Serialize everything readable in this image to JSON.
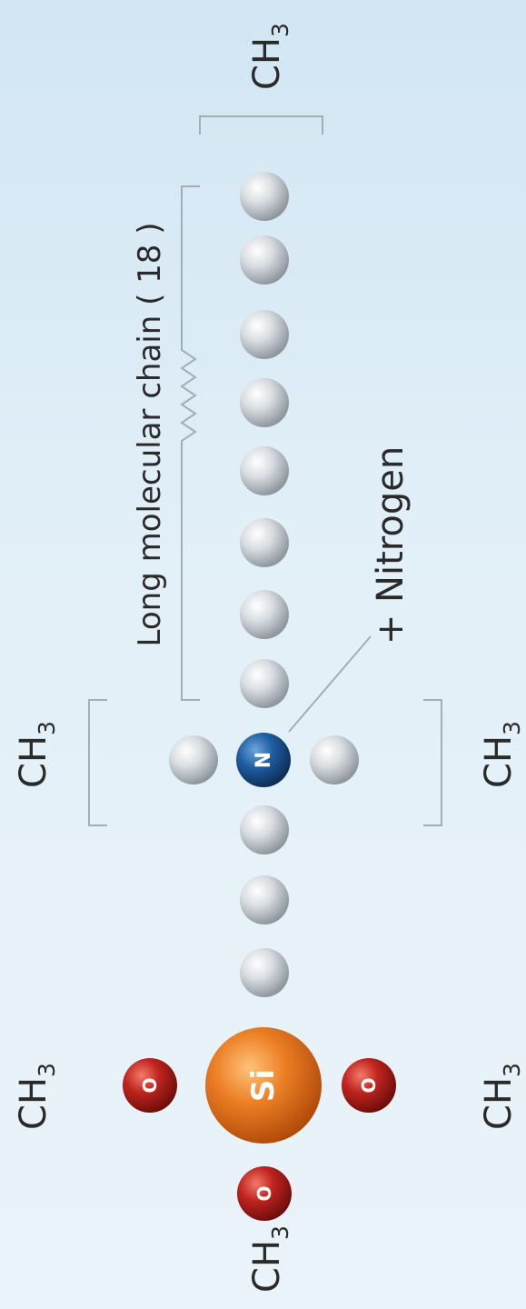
{
  "orientation": "rotated-90-ccw",
  "molecule": {
    "groups": [
      {
        "id": "ch3-a",
        "base": "CH",
        "subscript": "3"
      },
      {
        "id": "ch3-b",
        "base": "CH",
        "subscript": "3"
      },
      {
        "id": "ch3-c",
        "base": "CH",
        "subscript": "3"
      },
      {
        "id": "ch3-d",
        "base": "CH",
        "subscript": "3"
      },
      {
        "id": "ch3-e",
        "base": "CH",
        "subscript": "3"
      }
    ],
    "atoms": {
      "silicon": {
        "symbol": "Si",
        "color": "#e8761c"
      },
      "oxygen": {
        "symbol": "O",
        "color": "#c0241e",
        "count": 3
      },
      "nitrogen": {
        "symbol": "N",
        "color": "#1f5fa3"
      },
      "carbon": {
        "color": "#c7cdd3"
      }
    },
    "labels": {
      "chain": "Long molecular chain ( 18 )",
      "nitrogen": "+ Nitrogen"
    }
  }
}
